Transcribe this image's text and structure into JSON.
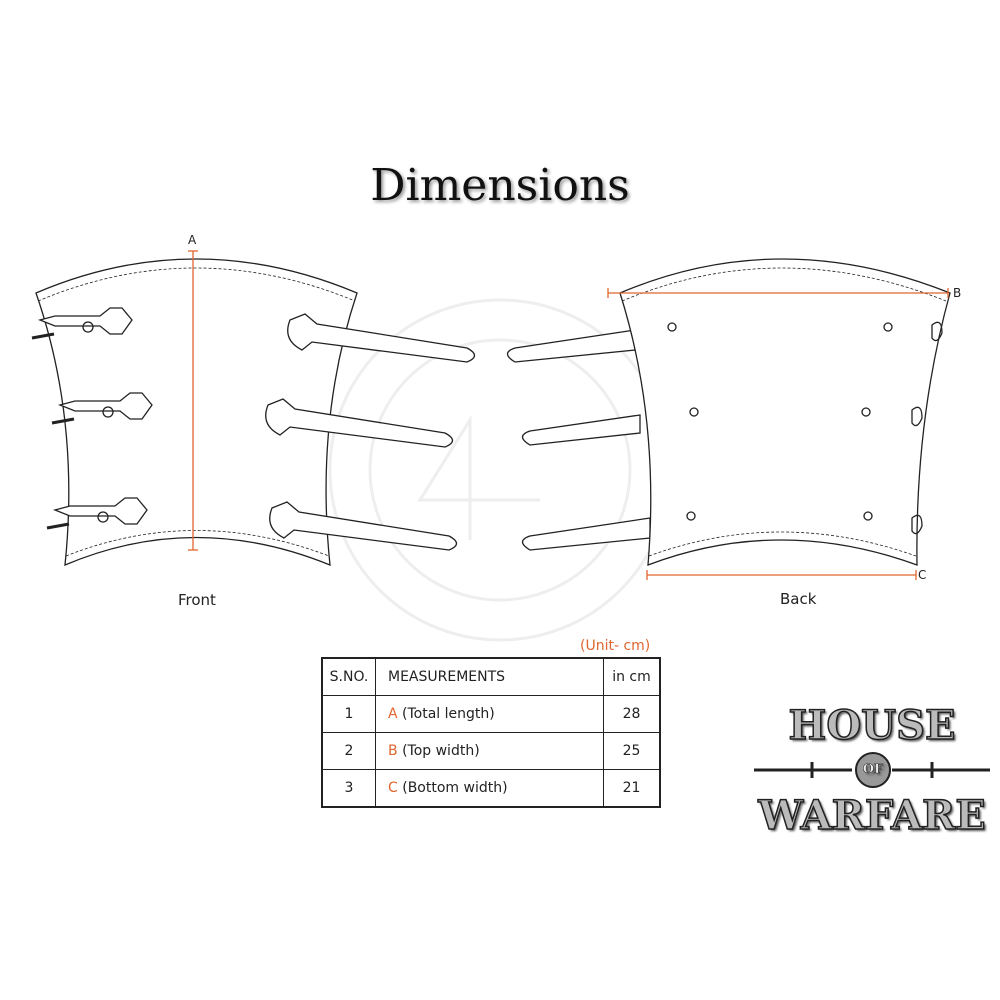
{
  "title": "Dimensions",
  "views": {
    "front": "Front",
    "back": "Back"
  },
  "dimension_labels": {
    "a": "A",
    "b": "B",
    "c": "C"
  },
  "unit_note": "(Unit- cm)",
  "table": {
    "headers": [
      "S.NO.",
      "MEASUREMENTS",
      "in cm"
    ],
    "rows": [
      {
        "sno": "1",
        "letter": "A",
        "desc": "(Total length)",
        "value": "28"
      },
      {
        "sno": "2",
        "letter": "B",
        "desc": "(Top width)",
        "value": "25"
      },
      {
        "sno": "3",
        "letter": "C",
        "desc": "(Bottom width)",
        "value": "21"
      }
    ]
  },
  "logo": {
    "line1": "HOUSE",
    "line2": "OF",
    "line3": "WARFARE"
  },
  "colors": {
    "dimension": "#e0662e",
    "ink": "#222222"
  }
}
